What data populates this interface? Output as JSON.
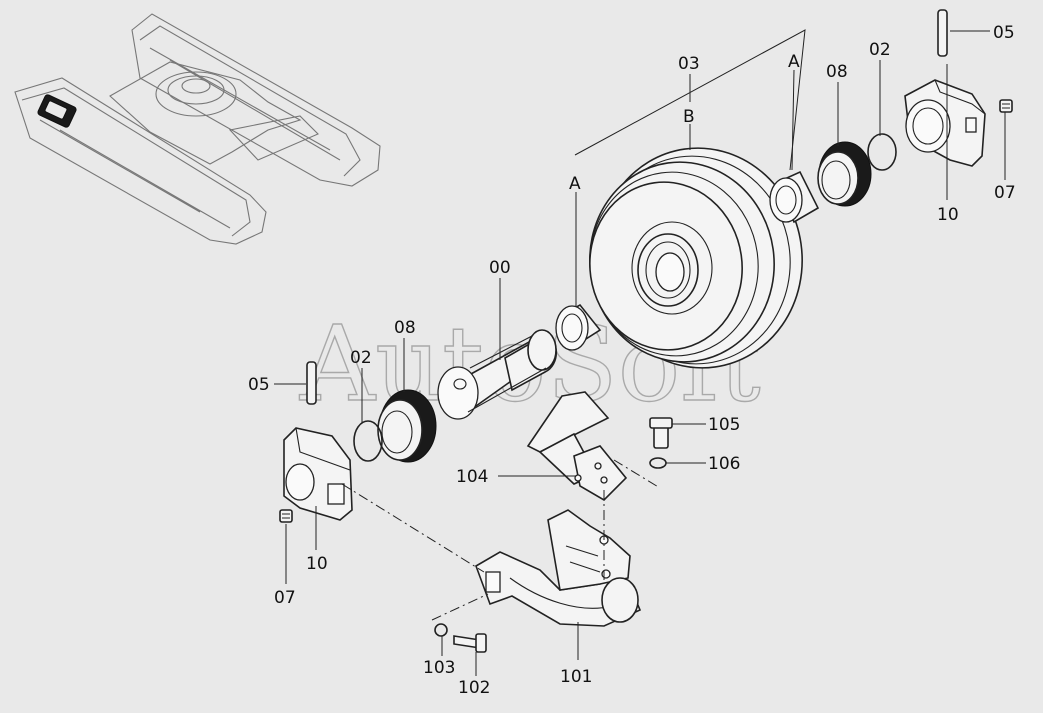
{
  "watermark": "AutoSoft",
  "callouts": {
    "group_00": "00",
    "wheel_03": "03",
    "ring_b": "B",
    "bushing_a_top": "A",
    "bushing_a_left": "A",
    "seal_08_right": "08",
    "oring_02_right": "02",
    "pin_05_right": "05",
    "plug_07_right": "07",
    "housing_10_right": "10",
    "seal_08_left": "08",
    "oring_02_left": "02",
    "pin_05_left": "05",
    "plug_07_left": "07",
    "housing_10_left": "10",
    "bolt_105": "105",
    "washer_106": "106",
    "guard_104": "104",
    "bracket_101": "101",
    "bolt_102": "102",
    "washer_103": "103"
  }
}
